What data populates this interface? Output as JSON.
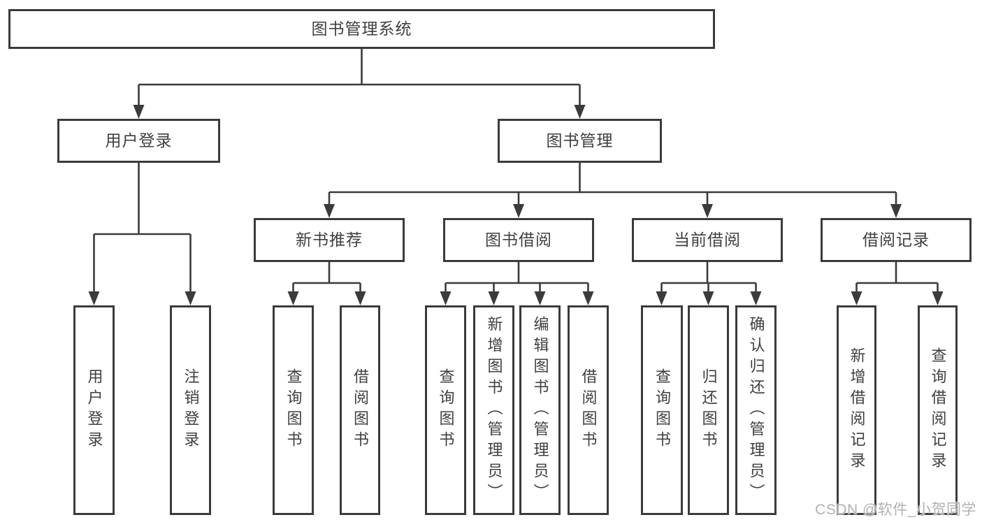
{
  "tree": {
    "root": {
      "label": "图书管理系统"
    },
    "children": [
      {
        "label": "用户登录",
        "children": [
          {
            "label": "用户登录"
          },
          {
            "label": "注销登录"
          }
        ]
      },
      {
        "label": "图书管理",
        "children": [
          {
            "label": "新书推荐",
            "children": [
              {
                "label": "查询图书"
              },
              {
                "label": "借阅图书"
              }
            ]
          },
          {
            "label": "图书借阅",
            "children": [
              {
                "label": "查询图书"
              },
              {
                "label": "新增图书（管理员）"
              },
              {
                "label": "编辑图书（管理员）"
              },
              {
                "label": "借阅图书"
              }
            ]
          },
          {
            "label": "当前借阅",
            "children": [
              {
                "label": "查询图书"
              },
              {
                "label": "归还图书"
              },
              {
                "label": "确认归还（管理员）"
              }
            ]
          },
          {
            "label": "借阅记录",
            "children": [
              {
                "label": "新增借阅记录"
              },
              {
                "label": "查询借阅记录"
              }
            ]
          }
        ]
      }
    ]
  },
  "watermark": {
    "text": "CSDN @软件_小贺同学"
  },
  "colors": {
    "line": "#3b3b3b",
    "box_border": "#3b3b3b",
    "text": "#3f3f3f",
    "watermark": "#b1b1b6",
    "background": "#ffffff"
  }
}
